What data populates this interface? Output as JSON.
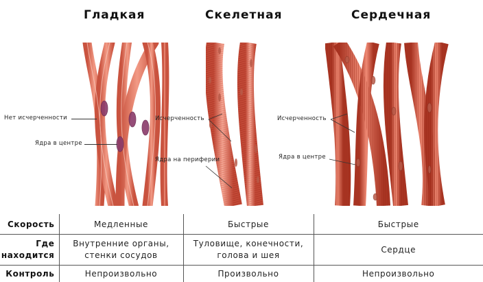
{
  "titles": {
    "smooth": "Гладкая",
    "skeletal": "Скелетная",
    "cardiac": "Сердечная"
  },
  "annotations": {
    "smooth": {
      "no_striation": "Нет исчерченности",
      "nuclei": "Ядра в центре"
    },
    "skeletal": {
      "striation": "Исчерченность",
      "nuclei": "Ядра на периферии"
    },
    "cardiac": {
      "striation": "Исчерченность",
      "nuclei": "Ядра в центре"
    }
  },
  "colors": {
    "fiber": "#e0705a",
    "fiber_dark": "#b8402e",
    "fiber_light": "#f4a896",
    "nucleus_smooth": "#8a3a6a",
    "nucleus_striated": "#b85a48",
    "table_border": "#555555"
  },
  "table": {
    "rows": [
      {
        "header": "Скорость",
        "smooth": "Медленные",
        "skeletal": "Быстрые",
        "cardiac": "Быстрые"
      },
      {
        "header_line1": "Где",
        "header_line2": "находится",
        "smooth_line1": "Внутренние органы,",
        "smooth_line2": "стенки сосудов",
        "skeletal_line1": "Туловище, конечности,",
        "skeletal_line2": "голова и шея",
        "cardiac": "Сердце"
      },
      {
        "header": "Контроль",
        "smooth": "Непроизвольно",
        "skeletal": "Произвольно",
        "cardiac": "Непроизвольно"
      }
    ]
  }
}
